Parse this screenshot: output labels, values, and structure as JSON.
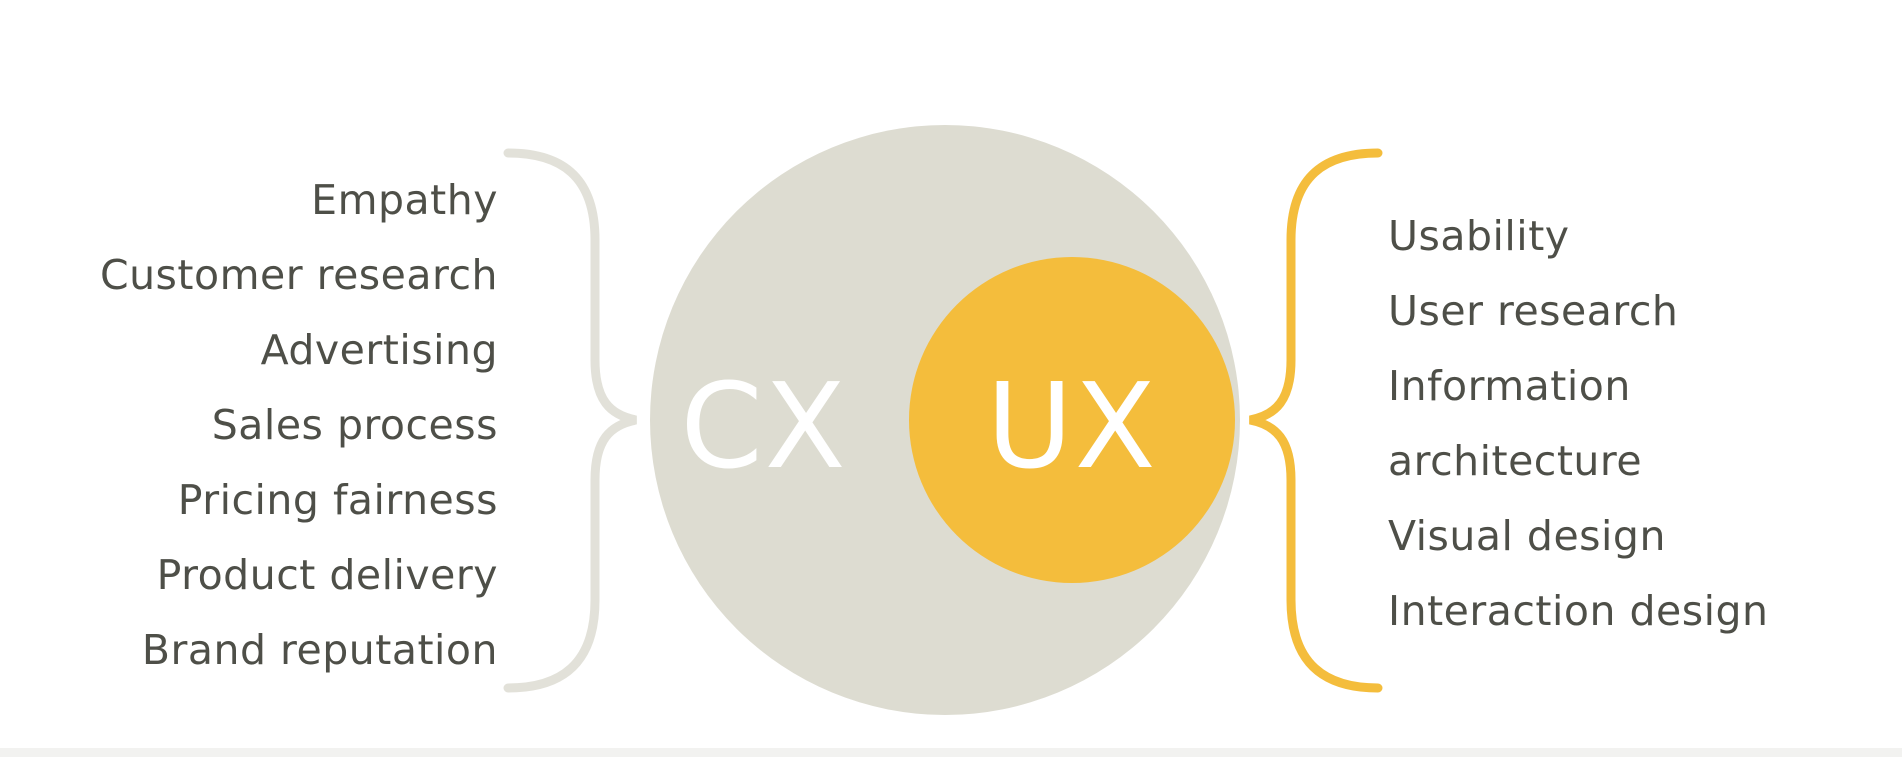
{
  "colors": {
    "cx_circle": "#dddcd1",
    "ux_circle": "#f4bd3c",
    "circle_label": "#ffffff",
    "list_text": "#4e4f48",
    "cx_bracket": "#e2e1d9",
    "ux_bracket": "#f4bd3c",
    "background": "#ffffff"
  },
  "diagram": {
    "cx_label": "CX",
    "ux_label": "UX"
  },
  "cx_items": [
    "Empathy",
    "Customer research",
    "Advertising",
    "Sales process",
    "Pricing fairness",
    "Product delivery",
    "Brand reputation"
  ],
  "ux_items": [
    "Usability",
    "User research",
    "Information",
    "architecture",
    "Visual design",
    "Interaction design"
  ]
}
